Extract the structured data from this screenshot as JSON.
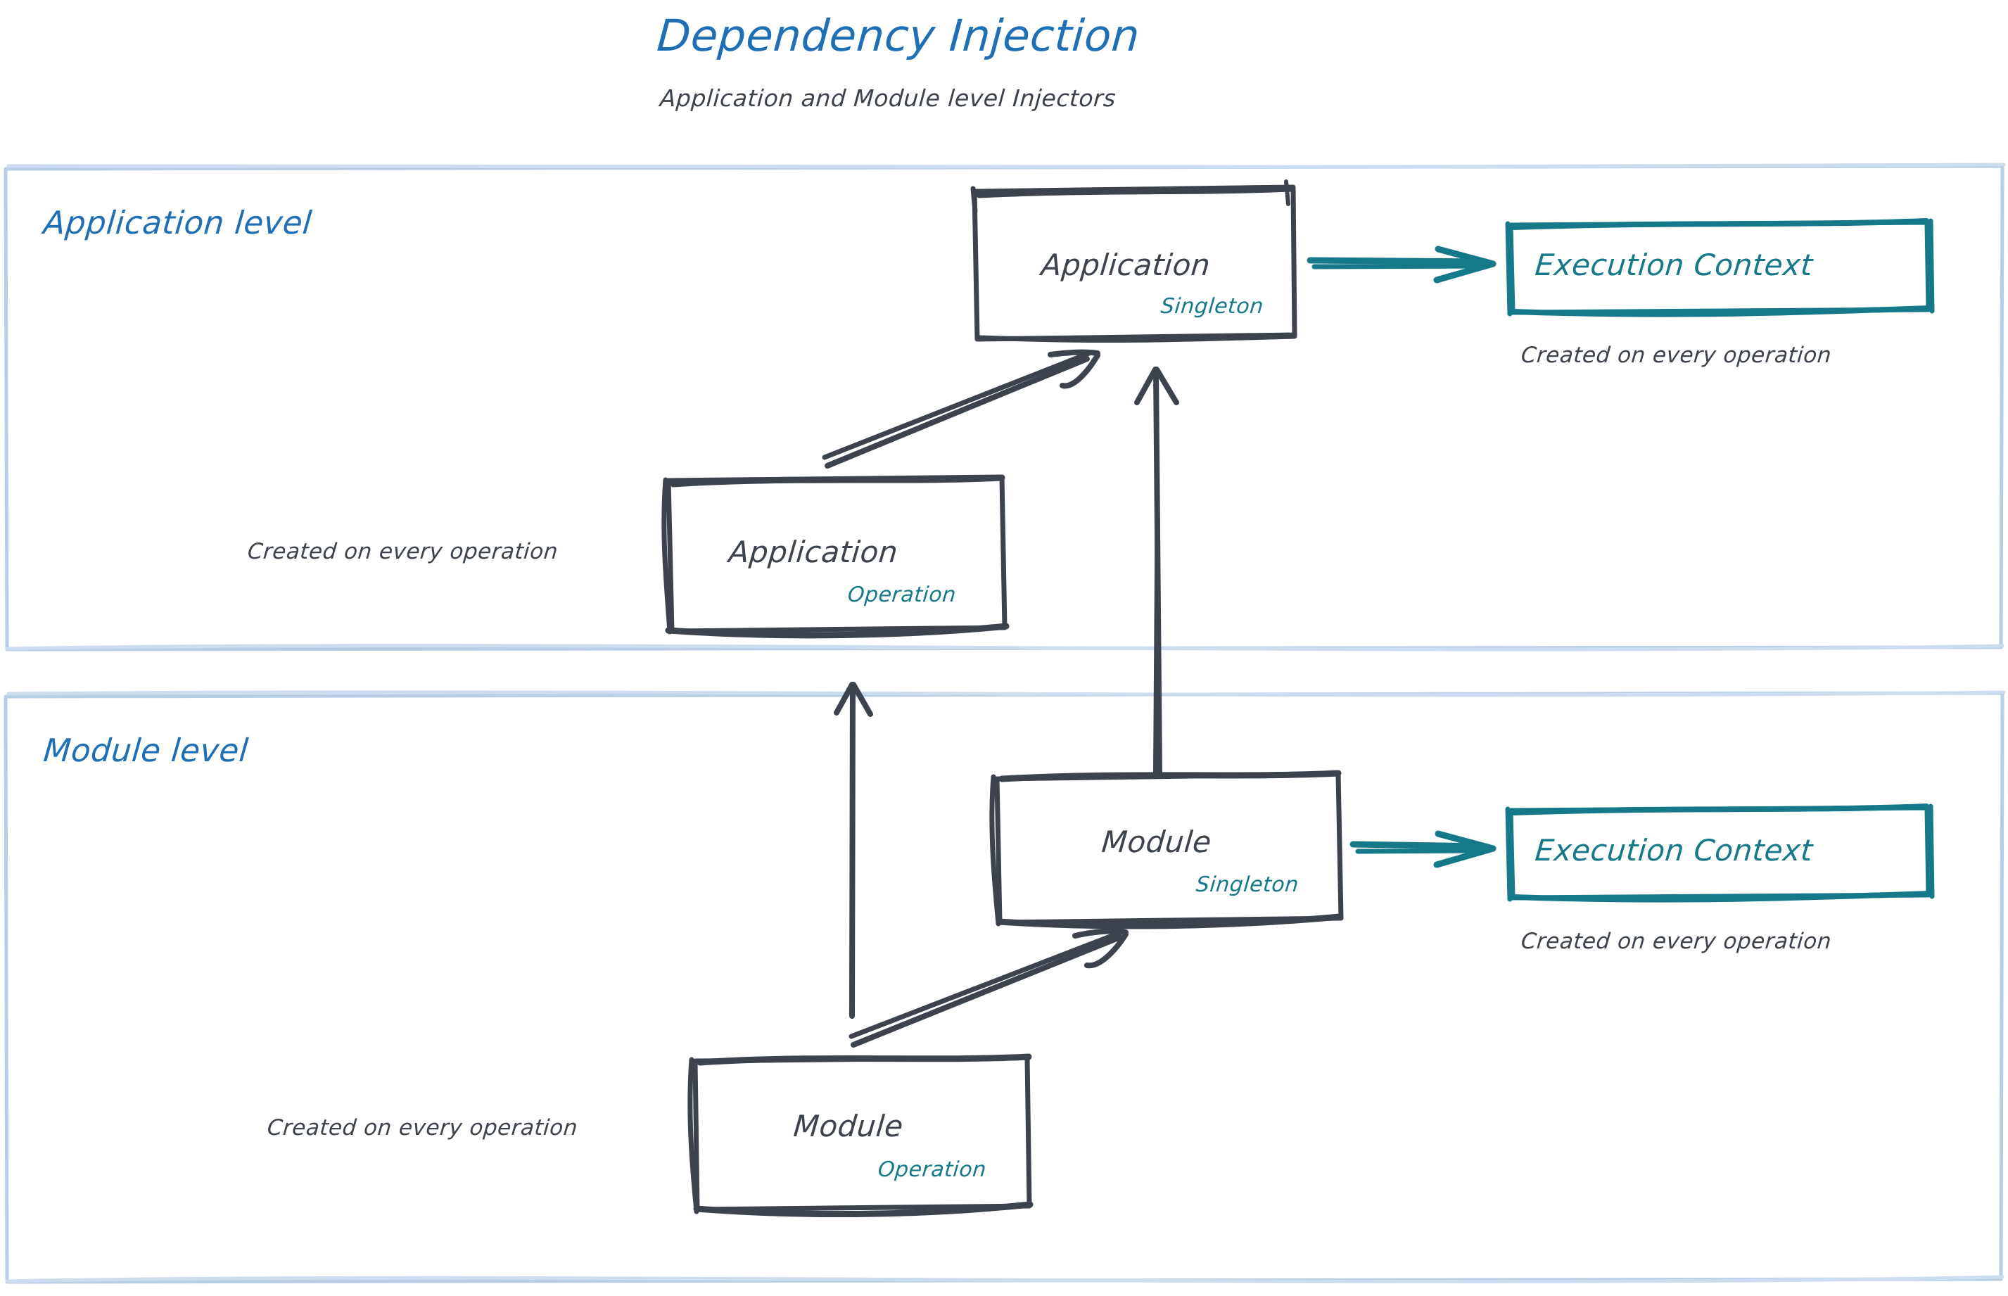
{
  "header": {
    "title": "Dependency Injection",
    "subtitle": "Application and Module level Injectors",
    "title_color": "#1f6fb5",
    "subtitle_color": "#3d434d"
  },
  "colors": {
    "panel_border": "#b9cde6",
    "sketch_dark": "#3d434d",
    "teal": "#16798a",
    "blue": "#1f6fb5",
    "background": "#ffffff"
  },
  "panels": [
    {
      "id": "application-level",
      "label": "Application level"
    },
    {
      "id": "module-level",
      "label": "Module level"
    }
  ],
  "nodes": [
    {
      "id": "application-singleton",
      "title": "Application",
      "scope": "Singleton",
      "panel": "application-level",
      "style": "dark"
    },
    {
      "id": "application-operation",
      "title": "Application",
      "scope": "Operation",
      "panel": "application-level",
      "style": "dark"
    },
    {
      "id": "execution-context-application",
      "title": "Execution Context",
      "panel": "application-level",
      "style": "teal"
    },
    {
      "id": "module-singleton",
      "title": "Module",
      "scope": "Singleton",
      "panel": "module-level",
      "style": "dark"
    },
    {
      "id": "module-operation",
      "title": "Module",
      "scope": "Operation",
      "panel": "module-level",
      "style": "dark"
    },
    {
      "id": "execution-context-module",
      "title": "Execution Context",
      "panel": "module-level",
      "style": "teal"
    }
  ],
  "notes": [
    {
      "id": "note-execution-context-application",
      "text": "Created on every operation"
    },
    {
      "id": "note-application-operation",
      "text": "Created on every operation"
    },
    {
      "id": "note-execution-context-module",
      "text": "Created on every operation"
    },
    {
      "id": "note-module-operation",
      "text": "Created on every operation"
    }
  ],
  "edges": [
    {
      "id": "edge-application-operation-to-application-singleton",
      "from": "application-operation",
      "to": "application-singleton",
      "color": "#3d434d"
    },
    {
      "id": "edge-application-singleton-to-execution-context",
      "from": "application-singleton",
      "to": "execution-context-application",
      "color": "#16798a"
    },
    {
      "id": "edge-module-singleton-to-application-singleton",
      "from": "module-singleton",
      "to": "application-singleton",
      "color": "#3d434d"
    },
    {
      "id": "edge-module-operation-to-application-operation",
      "from": "module-operation",
      "to": "application-operation",
      "color": "#3d434d"
    },
    {
      "id": "edge-module-operation-to-module-singleton",
      "from": "module-operation",
      "to": "module-singleton",
      "color": "#3d434d"
    },
    {
      "id": "edge-module-singleton-to-execution-context",
      "from": "module-singleton",
      "to": "execution-context-module",
      "color": "#16798a"
    }
  ]
}
